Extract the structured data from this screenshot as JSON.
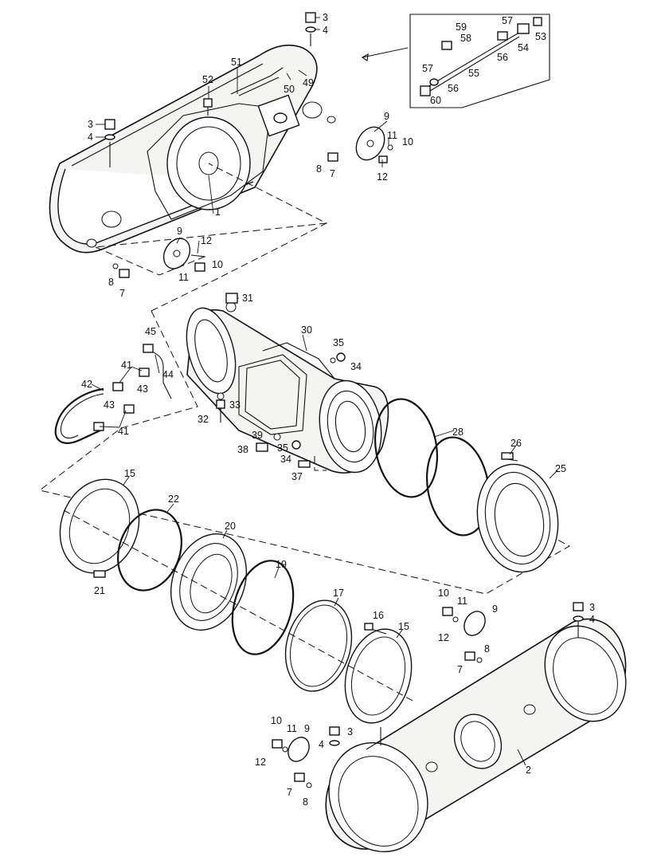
{
  "callouts": [
    {
      "id": "c-3a",
      "text": "3"
    },
    {
      "id": "c-4a",
      "text": "4"
    },
    {
      "id": "c-49",
      "text": "49"
    },
    {
      "id": "c-50",
      "text": "50"
    },
    {
      "id": "c-51",
      "text": "51"
    },
    {
      "id": "c-52",
      "text": "52"
    },
    {
      "id": "c-3b",
      "text": "3"
    },
    {
      "id": "c-4b",
      "text": "4"
    },
    {
      "id": "c-9a",
      "text": "9"
    },
    {
      "id": "c-11a",
      "text": "11"
    },
    {
      "id": "c-10a",
      "text": "10"
    },
    {
      "id": "c-12a",
      "text": "12"
    },
    {
      "id": "c-8a",
      "text": "8"
    },
    {
      "id": "c-7a",
      "text": "7"
    },
    {
      "id": "c-1",
      "text": "1"
    },
    {
      "id": "c-9b",
      "text": "9"
    },
    {
      "id": "c-12b",
      "text": "12"
    },
    {
      "id": "c-10b",
      "text": "10"
    },
    {
      "id": "c-11b",
      "text": "11"
    },
    {
      "id": "c-8b",
      "text": "8"
    },
    {
      "id": "c-7b",
      "text": "7"
    },
    {
      "id": "c-59",
      "text": "59"
    },
    {
      "id": "c-58",
      "text": "58"
    },
    {
      "id": "c-57a",
      "text": "57"
    },
    {
      "id": "c-53",
      "text": "53"
    },
    {
      "id": "c-54",
      "text": "54"
    },
    {
      "id": "c-56a",
      "text": "56"
    },
    {
      "id": "c-55",
      "text": "55"
    },
    {
      "id": "c-57b",
      "text": "57"
    },
    {
      "id": "c-56b",
      "text": "56"
    },
    {
      "id": "c-60",
      "text": "60"
    },
    {
      "id": "c-31",
      "text": "31"
    },
    {
      "id": "c-30",
      "text": "30"
    },
    {
      "id": "c-45",
      "text": "45"
    },
    {
      "id": "c-35a",
      "text": "35"
    },
    {
      "id": "c-34a",
      "text": "34"
    },
    {
      "id": "c-41a",
      "text": "41"
    },
    {
      "id": "c-44",
      "text": "44"
    },
    {
      "id": "c-43a",
      "text": "43"
    },
    {
      "id": "c-42",
      "text": "42"
    },
    {
      "id": "c-43b",
      "text": "43"
    },
    {
      "id": "c-41b",
      "text": "41"
    },
    {
      "id": "c-32",
      "text": "32"
    },
    {
      "id": "c-33",
      "text": "33"
    },
    {
      "id": "c-39",
      "text": "39"
    },
    {
      "id": "c-38",
      "text": "38"
    },
    {
      "id": "c-35b",
      "text": "35"
    },
    {
      "id": "c-34b",
      "text": "34"
    },
    {
      "id": "c-37",
      "text": "37"
    },
    {
      "id": "c-28",
      "text": "28"
    },
    {
      "id": "c-26",
      "text": "26"
    },
    {
      "id": "c-25",
      "text": "25"
    },
    {
      "id": "c-15a",
      "text": "15"
    },
    {
      "id": "c-22",
      "text": "22"
    },
    {
      "id": "c-20",
      "text": "20"
    },
    {
      "id": "c-21",
      "text": "21"
    },
    {
      "id": "c-19",
      "text": "19"
    },
    {
      "id": "c-17",
      "text": "17"
    },
    {
      "id": "c-16",
      "text": "16"
    },
    {
      "id": "c-15b",
      "text": "15"
    },
    {
      "id": "c-10c",
      "text": "10"
    },
    {
      "id": "c-11c",
      "text": "11"
    },
    {
      "id": "c-9c",
      "text": "9"
    },
    {
      "id": "c-12c",
      "text": "12"
    },
    {
      "id": "c-8c",
      "text": "8"
    },
    {
      "id": "c-7c",
      "text": "7"
    },
    {
      "id": "c-3c",
      "text": "3"
    },
    {
      "id": "c-4c",
      "text": "4"
    },
    {
      "id": "c-10d",
      "text": "10"
    },
    {
      "id": "c-11d",
      "text": "11"
    },
    {
      "id": "c-9d",
      "text": "9"
    },
    {
      "id": "c-3d",
      "text": "3"
    },
    {
      "id": "c-4d",
      "text": "4"
    },
    {
      "id": "c-12d",
      "text": "12"
    },
    {
      "id": "c-2",
      "text": "2"
    },
    {
      "id": "c-7d",
      "text": "7"
    },
    {
      "id": "c-8d",
      "text": "8"
    }
  ]
}
